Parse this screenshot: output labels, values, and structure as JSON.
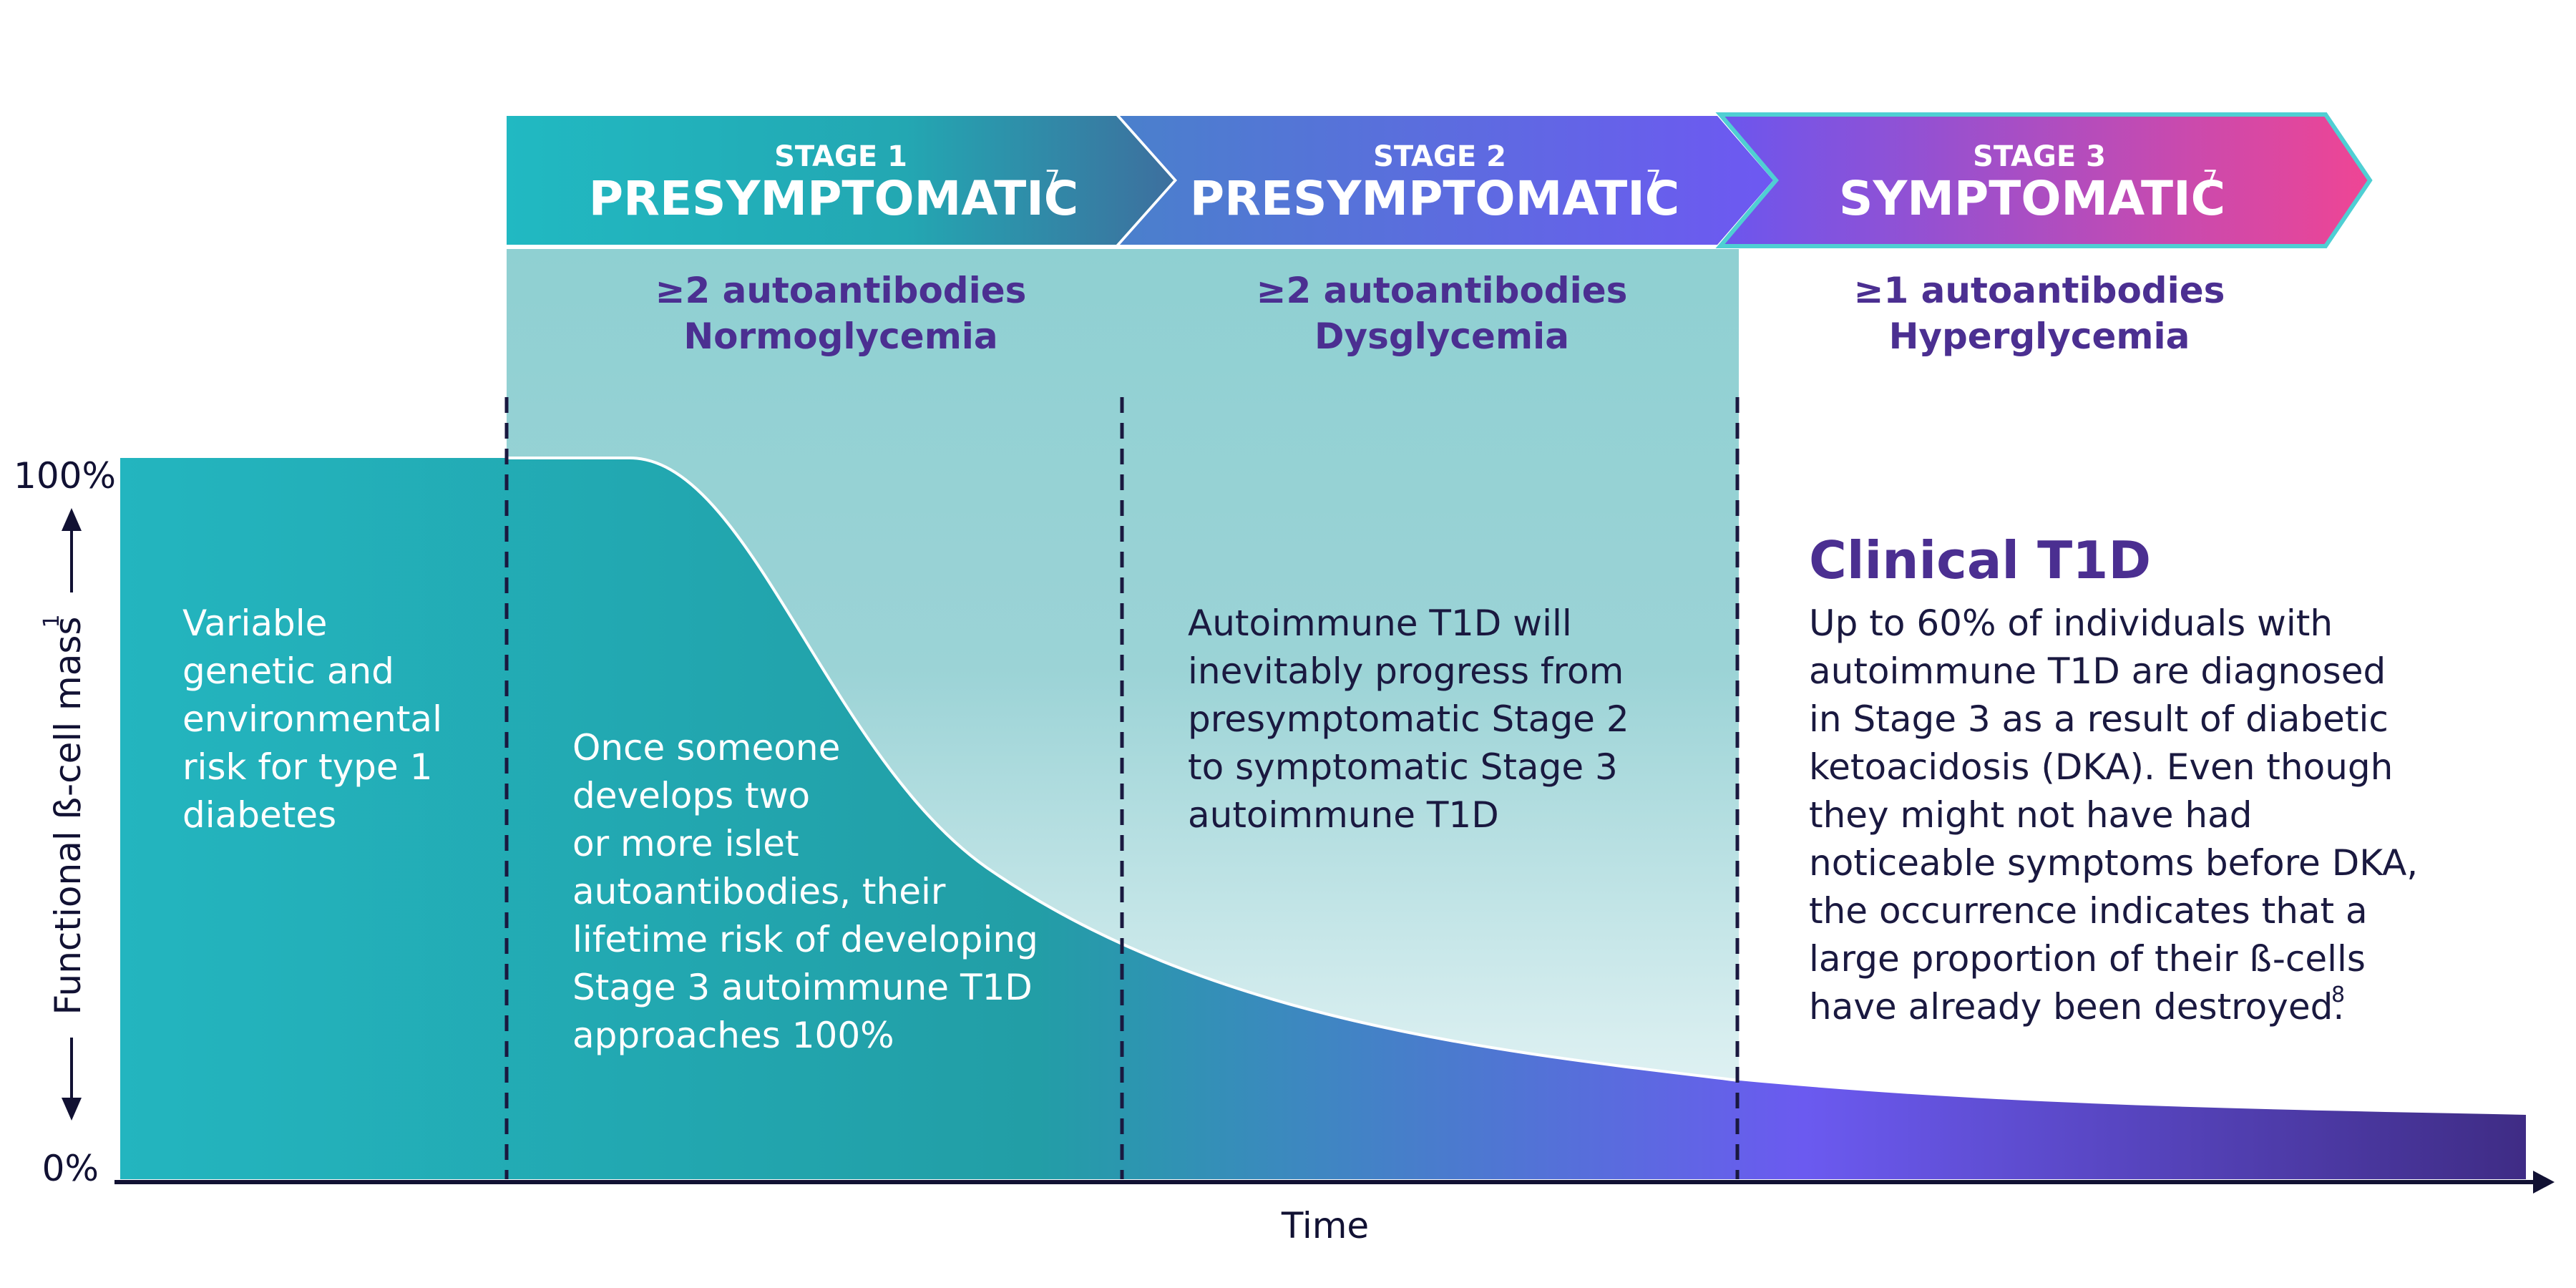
{
  "stages": [
    {
      "sub": "STAGE 1",
      "main": "PRESYMPTOMATIC",
      "sup": "7",
      "criteria": [
        "≥2 autoantibodies",
        "Normoglycemia"
      ]
    },
    {
      "sub": "STAGE 2",
      "main": "PRESYMPTOMATIC",
      "sup": "7",
      "criteria": [
        "≥2 autoantibodies",
        "Dysglycemia"
      ]
    },
    {
      "sub": "STAGE 3",
      "main": "SYMPTOMATIC",
      "sup": "7",
      "criteria": [
        "≥1 autoantibodies",
        "Hyperglycemia"
      ]
    }
  ],
  "axis": {
    "y_top": "100%",
    "y_bottom": "0%",
    "y_label": "Functional ß-cell mass",
    "y_label_sup": "1",
    "x_label": "Time"
  },
  "texts": {
    "pre_stage": [
      "Variable",
      "genetic and",
      "environmental",
      "risk for type 1",
      "diabetes"
    ],
    "stage1": [
      "Once someone",
      "develops two",
      "or more islet",
      "autoantibodies, their",
      "lifetime risk of developing",
      "Stage 3 autoimmune T1D",
      "approaches 100%"
    ],
    "stage2": [
      "Autoimmune T1D will",
      "inevitably progress from",
      "presymptomatic Stage 2",
      "to symptomatic Stage 3",
      "autoimmune T1D"
    ],
    "clinical_title": "Clinical T1D",
    "stage3": [
      "Up to 60% of individuals with",
      "autoimmune T1D are diagnosed",
      "in Stage 3 as a result of diabetic",
      "ketoacidosis (DKA). Even though",
      "they might not have had",
      "noticeable symptoms before DKA,",
      "the occurrence indicates that a",
      "large proportion of their ß-cells"
    ],
    "stage3_last": "have already been destroyed.",
    "stage3_last_sup": "8"
  },
  "colors": {
    "teal": "#23b5bf",
    "teal_dark": "#229ea6",
    "blue": "#4a80cc",
    "violet": "#6b5af0",
    "indigo": "#3f2c85",
    "magenta": "#ee4596",
    "purple_text": "#4b2f91",
    "panel_teal": "#8fd0d2",
    "axis": "#111133"
  }
}
